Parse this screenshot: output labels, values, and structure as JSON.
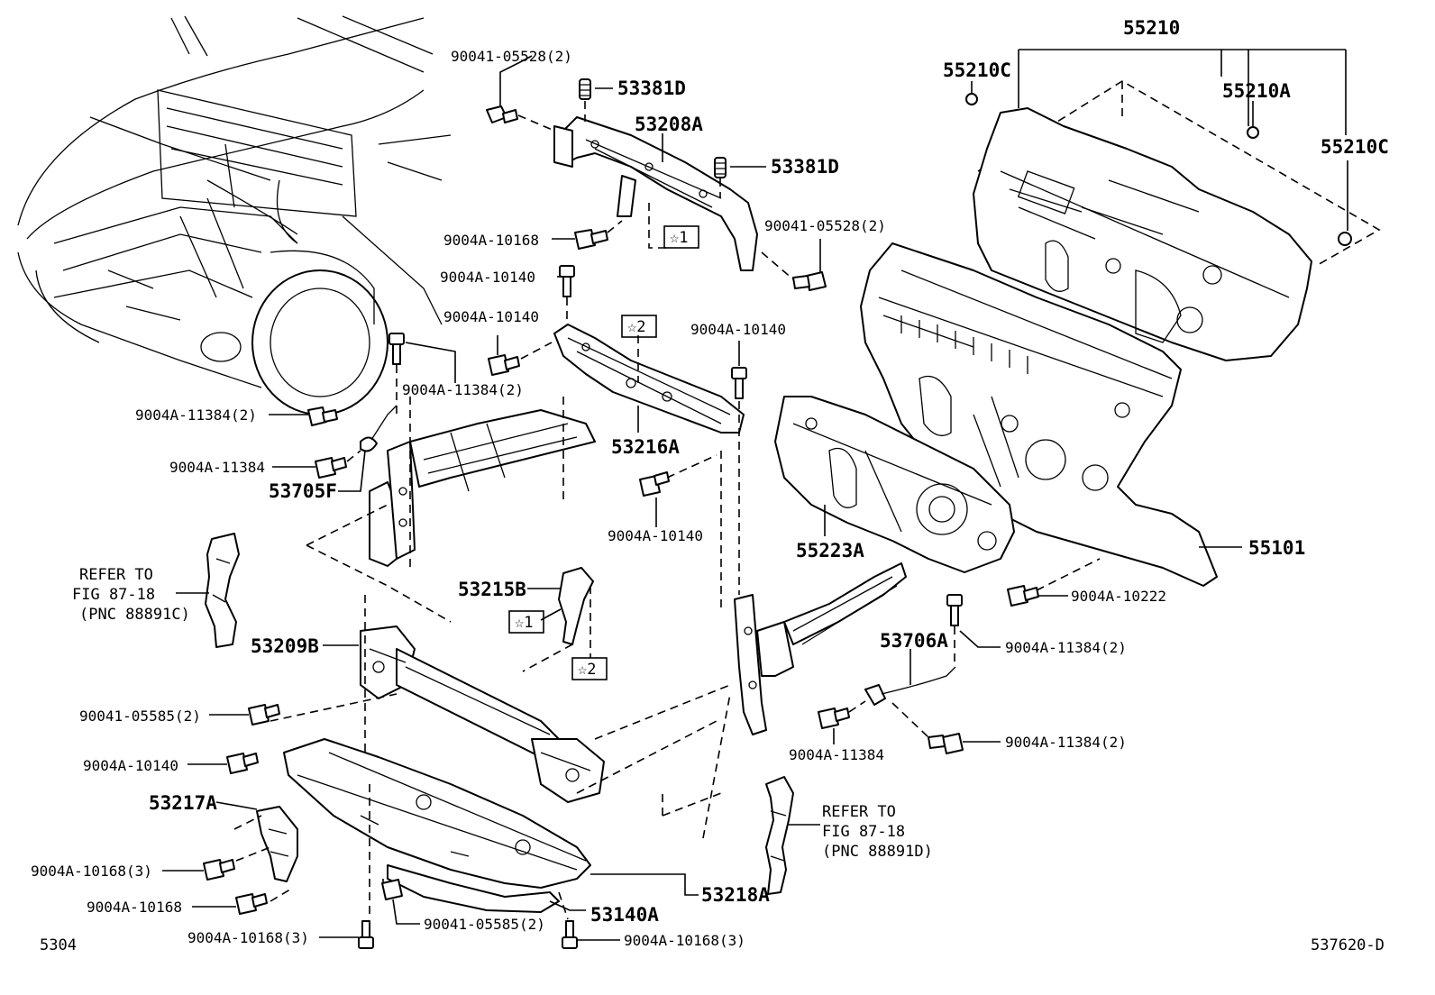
{
  "labels": {
    "p55210": "55210",
    "p55210c_top": "55210C",
    "p55210a": "55210A",
    "p55210c_right": "55210C",
    "p53381d_top": "53381D",
    "p53208a": "53208A",
    "p53381d_mid": "53381D",
    "b900410552a": "90041-05528(2)",
    "b900410552b": "90041-05528(2)",
    "b9004a10168_top": "9004A-10168",
    "star1_top": "☆1",
    "b9004a10140_a": "9004A-10140",
    "b9004a10140_b": "9004A-10140",
    "star2_top": "☆2",
    "b9004a10140_c": "9004A-10140",
    "b9004a11384_2_a": "9004A-11384(2)",
    "b9004a11384_2_b": "9004A-11384(2)",
    "b9004a11384_a": "9004A-11384",
    "p53705f": "53705F",
    "p53216a": "53216A",
    "b9004a10140_d": "9004A-10140",
    "p55223a": "55223A",
    "p55101": "55101",
    "refer_left_1": "REFER TO",
    "refer_left_2": "FIG 87-18",
    "refer_left_3": "(PNC 88891C)",
    "p53215b": "53215B",
    "star1_mid": "☆1",
    "star2_mid": "☆2",
    "b9004a10222": "9004A-10222",
    "p53706a": "53706A",
    "b9004a11384_2_c": "9004A-11384(2)",
    "p53209b": "53209B",
    "b900410558_2_a": "90041-05585(2)",
    "b9004a10140_e": "9004A-10140",
    "b9004a11384_b": "9004A-11384",
    "b9004a11384_2_d": "9004A-11384(2)",
    "p53217a": "53217A",
    "refer_right_1": "REFER TO",
    "refer_right_2": "FIG 87-18",
    "refer_right_3": "(PNC 88891D)",
    "b9004a10168_3_a": "9004A-10168(3)",
    "b9004a10168_b": "9004A-10168",
    "p53218a": "53218A",
    "p53140a": "53140A",
    "b900410558_2_b": "90041-05585(2)",
    "b9004a10168_3_b": "9004A-10168(3)",
    "b9004a10168_3_c": "9004A-10168(3)",
    "code_left": "5304",
    "code_right": "537620-D"
  }
}
